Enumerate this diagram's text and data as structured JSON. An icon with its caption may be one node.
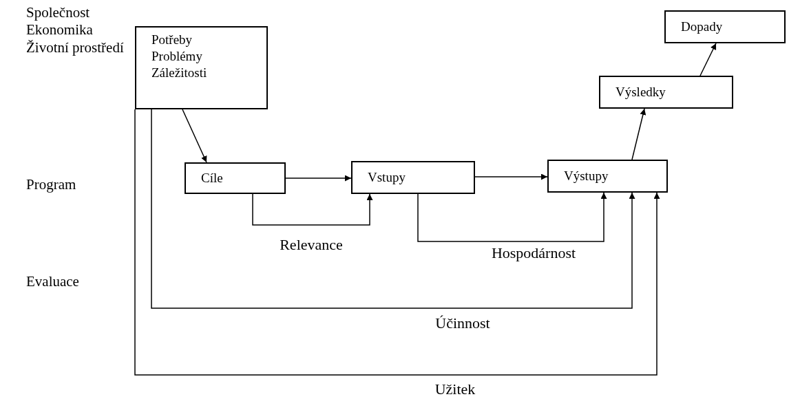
{
  "diagram": {
    "nodes": [
      {
        "text": [
          "Potřeby",
          "Problémy",
          "Záležitosti"
        ]
      },
      {
        "text": [
          "Cíle"
        ]
      },
      {
        "text": [
          "Vstupy"
        ]
      },
      {
        "text": [
          "Výstupy"
        ]
      },
      {
        "text": [
          "Výsledky"
        ]
      },
      {
        "text": [
          "Dopady"
        ]
      }
    ],
    "edges": [
      {
        "from": 0,
        "to": 1,
        "arrow": "to"
      },
      {
        "from": 1,
        "to": 2,
        "arrow": "to"
      },
      {
        "from": 2,
        "to": 3,
        "arrow": "to"
      },
      {
        "from": 3,
        "to": 4,
        "arrow": "to"
      },
      {
        "from": 4,
        "to": 5,
        "arrow": "to"
      },
      {
        "from": 1,
        "to": 2,
        "arrow": "to",
        "label": "Relevance"
      },
      {
        "from": 2,
        "to": 3,
        "arrow": "to",
        "label": "Hospodárnost"
      },
      {
        "from": 0,
        "to": 3,
        "arrow": "to",
        "label": "Účinnost"
      },
      {
        "from": 0,
        "to": 3,
        "arrow": "to",
        "label": "Užitek"
      }
    ],
    "labels": [
      "Společnost",
      "Ekonomika",
      "Životní prostředí",
      "Program",
      "Evaluace"
    ]
  }
}
